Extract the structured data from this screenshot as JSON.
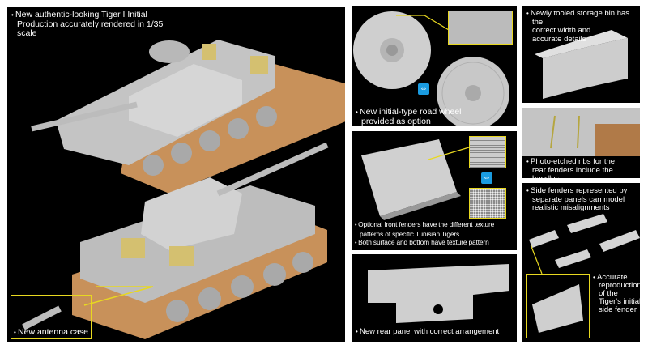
{
  "main_panel": {
    "caption": "New authentic-looking Tiger I Initial Production accurately rendered in 1/35 scale",
    "inset_caption": "New antenna case"
  },
  "road_wheel": {
    "caption_line1": "New initial-type road wheel",
    "caption_line2": "provided as option",
    "badge_icon": "swap-icon"
  },
  "front_fenders": {
    "caption1_line1": "Optional front fenders have the different texture",
    "caption1_line2": "patterns of specific Tunisian Tigers",
    "caption2": "Both surface and bottom have texture pattern",
    "badge_icon": "swap-icon"
  },
  "rear_panel": {
    "caption": "New rear panel with correct arrangement"
  },
  "storage_bin": {
    "caption_line1": "Newly tooled storage bin has the",
    "caption_line2": "correct width and",
    "caption_line3": "accurate details"
  },
  "ribs": {
    "caption_line1": "Photo-etched ribs for the",
    "caption_line2": "rear fenders include the handles"
  },
  "side_fenders": {
    "caption_line1": "Side fenders represented by",
    "caption_line2": "separate panels can model",
    "caption_line3": "realistic misalignments",
    "inset_line1": "Accurate",
    "inset_line2": "reproduction",
    "inset_line3": "of the",
    "inset_line4": "Tiger's initial",
    "inset_line5": "side fender"
  },
  "colors": {
    "highlight": "#e8d820",
    "badge": "#1a9be0",
    "track": "#c8915a",
    "model": "#c8c8c8"
  }
}
